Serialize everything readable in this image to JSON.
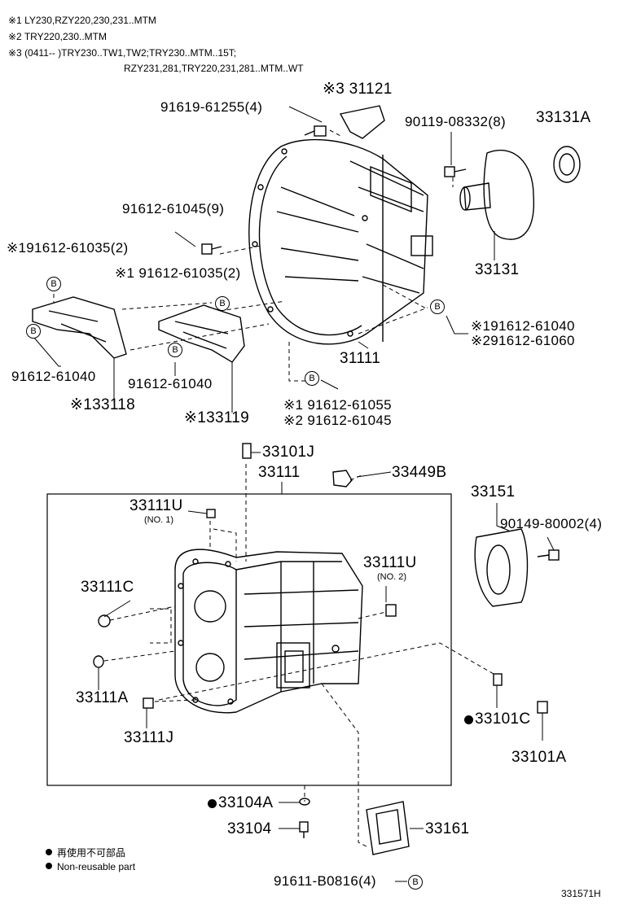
{
  "notes": [
    "※1 LY230,RZY220,230,231..MTM",
    "※2 TRY220,230..MTM",
    "※3 (0411--          )TRY230..TW1,TW2;TRY230..MTM..15T;",
    "RZY231,281,TRY220,231,281..MTM..WT"
  ],
  "parts": {
    "p31121": "※3 31121",
    "p91619": "91619-61255(4)",
    "p90119": "90119-08332(8)",
    "p33131A": "33131A",
    "p91612_9": "91612-61045(9)",
    "p33131": "33131",
    "p91612_61035_a": "※191612-61035(2)",
    "p91612_61035_b": "※1 91612-61035(2)",
    "p91612_61040_r1": "※191612-61040",
    "p91612_61060": "※291612-61060",
    "p31111": "31111",
    "p91612_61040_l": "91612-61040",
    "p91612_61040_m": "91612-61040",
    "p33118": "※133118",
    "p33119": "※133119",
    "p91612_61055": "※1 91612-61055",
    "p91612_61045": "※2 91612-61045",
    "p33101J": "33101J",
    "p33111": "33111",
    "p33449B": "33449B",
    "p33151": "33151",
    "p33111U_1": "33111U",
    "no1": "(NO. 1)",
    "p90149": "90149-80002(4)",
    "p33111U_2": "33111U",
    "no2": "(NO. 2)",
    "p33111C": "33111C",
    "p33111A": "33111A",
    "p33101C": "33101C",
    "p33111J": "33111J",
    "p33101A": "33101A",
    "p33104A": "33104A",
    "p33104": "33104",
    "p33161": "33161",
    "p91611": "91611-B0816(4)"
  },
  "badge_letter": "B",
  "legend": {
    "jp": "再使用不可部品",
    "en": "Non-reusable part"
  },
  "figure_id": "331571H"
}
